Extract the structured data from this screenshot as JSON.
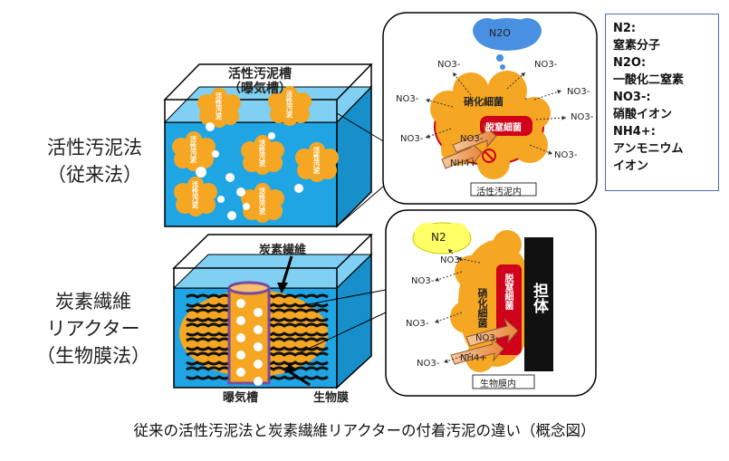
{
  "method_conventional": [
    "活性汚泥法",
    "（従来法）"
  ],
  "method_carbon": [
    "炭素繊維",
    "リアクター",
    "（生物膜法）"
  ],
  "tank_top_labels": [
    "活性汚泥槽",
    "（曝気槽）"
  ],
  "floc_text": "活性汚泥",
  "carbon_fiber_label": "炭素繊維",
  "aeration_tank_label": "曝気槽",
  "biofilm_label": "生物膜",
  "panel_top": {
    "n2o": "N2O",
    "nitrifying": "硝化細菌",
    "denitrifying": "脱窒細菌",
    "no3_labels": [
      "NO3-",
      "NO3-",
      "NO3-",
      "NO3-",
      "NO3-",
      "NO3-",
      "NO3-"
    ],
    "nh4_arrow": "NH4+",
    "no3_arrow": "NO3-",
    "caption": "活性汚泥内"
  },
  "panel_bottom": {
    "n2": "N2",
    "nitrifying": "硝化細菌",
    "denitrifying": "脱窒細菌",
    "support": "担体",
    "no3_labels": [
      "NO3-",
      "NO3-",
      "NO3-",
      "NO3-"
    ],
    "nh4_arrow": "NH4+",
    "no3_arrow": "NO3-",
    "caption": "生物膜内"
  },
  "legend": [
    "N2:",
    "窒素分子",
    "N2O:",
    "一酸化二窒素",
    "NO3-:",
    "硝酸イオン",
    "NH4+:",
    "アンモニウム",
    "イオン"
  ],
  "figure_caption": "従来の活性汚泥法と炭素繊維リアクターの付着汚泥の違い（概念図）",
  "colors": {
    "water": "#1fa5e3",
    "floc": "#f5a623",
    "biofilm": "#f5a623",
    "red_bacteria": "#d0021b",
    "yellow_cloud": "#ffff66",
    "support": "#111111"
  }
}
